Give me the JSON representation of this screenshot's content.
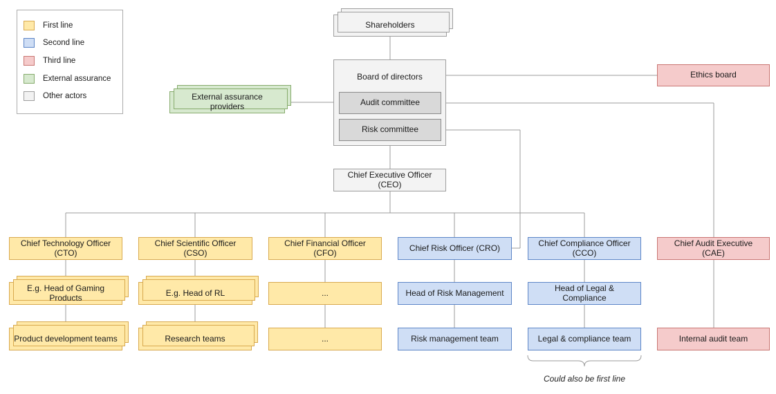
{
  "legend": {
    "items": [
      {
        "label": "First line",
        "color": "#ffe9a8",
        "border": "#d8a94e"
      },
      {
        "label": "Second line",
        "color": "#cfdef5",
        "border": "#5c85c7"
      },
      {
        "label": "Third line",
        "color": "#f5cbcb",
        "border": "#c97572"
      },
      {
        "label": "External assurance",
        "color": "#d7e9cf",
        "border": "#86ab6c"
      },
      {
        "label": "Other actors",
        "color": "#f2f2f2",
        "border": "#9e9e9e"
      }
    ]
  },
  "nodes": {
    "shareholders": "Shareholders",
    "board": "Board of directors",
    "audit_committee": "Audit committee",
    "risk_committee": "Risk committee",
    "external_assurance_providers": "External assurance providers",
    "ethics_board": "Ethics board",
    "ceo": "Chief Executive Officer (CEO)",
    "cto": "Chief Technology Officer (CTO)",
    "cso": "Chief Scientific Officer (CSO)",
    "cfo": "Chief Financial Officer (CFO)",
    "cro": "Chief Risk Officer (CRO)",
    "cco": "Chief Compliance Officer (CCO)",
    "cae": "Chief Audit Executive (CAE)",
    "head_gaming": "E.g. Head of Gaming Products",
    "head_rl": "E.g. Head of RL",
    "cfo_mid_placeholder": "...",
    "head_risk_mgmt": "Head of Risk Management",
    "head_legal_compliance": "Head of Legal & Compliance",
    "product_dev_teams": "Product development teams",
    "research_teams": "Research teams",
    "cfo_bottom_placeholder": "...",
    "risk_mgmt_team": "Risk management team",
    "legal_compliance_team": "Legal & compliance team",
    "internal_audit_team": "Internal audit team"
  },
  "annotation": {
    "could_also_be_first_line": "Could also be first line"
  }
}
